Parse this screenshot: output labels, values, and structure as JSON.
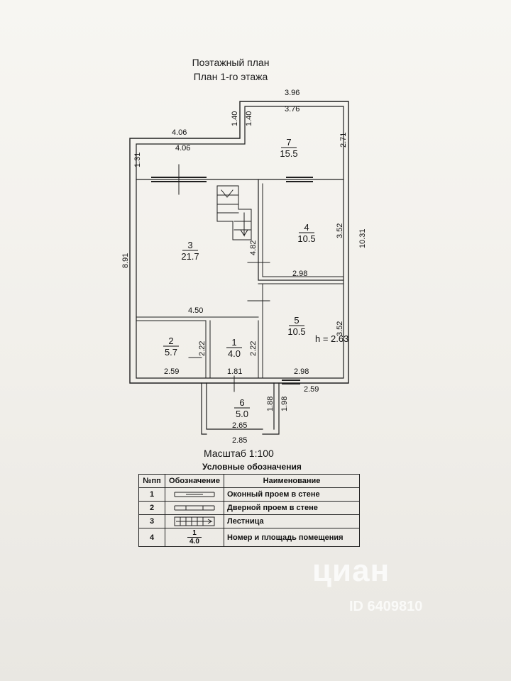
{
  "header": {
    "title": "Поэтажный план",
    "subtitle": "План 1-го этажа"
  },
  "plan": {
    "dims": {
      "top_outer": "3.96",
      "top_inner": "3.76",
      "notch_1": "1.40",
      "notch_2": "1.40",
      "left_upper_outer": "4.06",
      "left_upper_inner": "4.06",
      "left_upper_height": "1.31",
      "r7_height": "2.71",
      "r4_height": "3.52",
      "overall_height": "10.31",
      "left_height": "8.91",
      "stair_height": "4.82",
      "r4_width": "2.98",
      "r3_width": "4.50",
      "r5_height": "3.52",
      "r2_height": "2.22",
      "r1_height": "2.22",
      "r2_width": "2.59",
      "r1_width": "1.81",
      "r5_width": "2.98",
      "right_bottom": "2.59",
      "porch_h1": "1.88",
      "porch_h2": "1.98",
      "porch_w_inner": "2.65",
      "porch_w_outer": "2.85",
      "ceiling": "h = 2.63"
    },
    "rooms": [
      {
        "num": "7",
        "area": "15.5"
      },
      {
        "num": "4",
        "area": "10.5"
      },
      {
        "num": "3",
        "area": "21.7"
      },
      {
        "num": "5",
        "area": "10.5"
      },
      {
        "num": "2",
        "area": "5.7"
      },
      {
        "num": "1",
        "area": "4.0"
      },
      {
        "num": "6",
        "area": "5.0"
      }
    ]
  },
  "scale": "Масштаб 1:100",
  "legend": {
    "title": "Условные обозначения",
    "headers": [
      "№пп",
      "Обозначение",
      "Наименование"
    ],
    "rows": [
      {
        "num": "1",
        "name": "Оконный проем в стене",
        "symbol": "window-symbol"
      },
      {
        "num": "2",
        "name": "Дверной проем в стене",
        "symbol": "door-symbol"
      },
      {
        "num": "3",
        "name": "Лестница",
        "symbol": "stairs-symbol"
      },
      {
        "num": "4",
        "name": "Номер и площадь помещения",
        "sym_num": "1",
        "sym_area": "4.0"
      }
    ]
  },
  "watermark": {
    "logo": "циан",
    "id": "ID 6409810"
  },
  "colors": {
    "paper": "#f4f2ee",
    "ink": "#1a1a1a",
    "watermark": "#ffffff"
  }
}
